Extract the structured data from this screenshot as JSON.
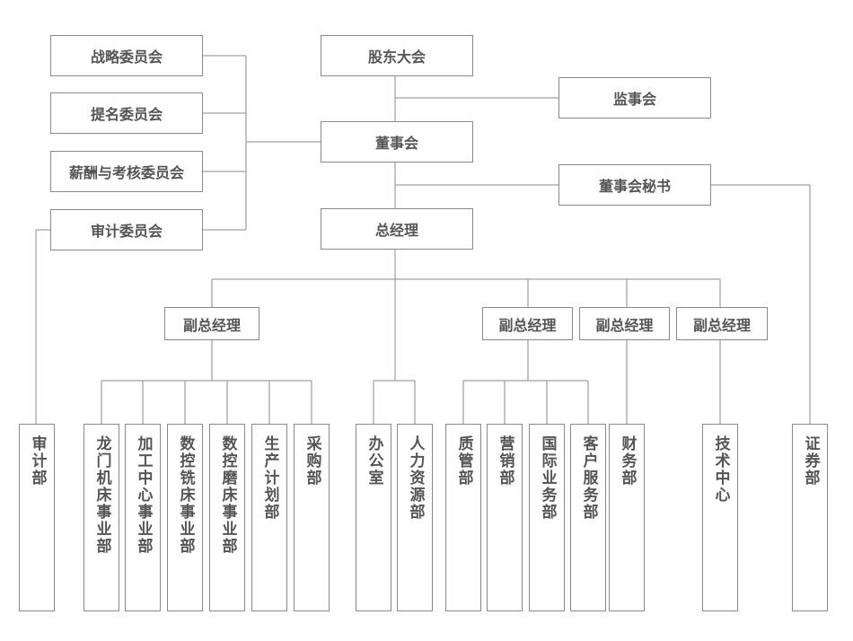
{
  "committees": {
    "strategy": "战略委员会",
    "nomination": "提名委员会",
    "compensation": "薪酬与考核委员会",
    "audit": "审计委员会"
  },
  "top": {
    "shareholders": "股东大会",
    "supervisory": "监事会",
    "board": "董事会",
    "secretary": "董事会秘书",
    "gm": "总经理"
  },
  "vice_gm": [
    "副总经理",
    "副总经理",
    "副总经理",
    "副总经理"
  ],
  "departments": [
    "审计部",
    "龙门机床事业部",
    "加工中心事业部",
    "数控铣床事业部",
    "数控磨床事业部",
    "生产计划部",
    "采购部",
    "办公室",
    "人力资源部",
    "质管部",
    "营销部",
    "国际业务部",
    "客户服务部",
    "财务部",
    "技术中心",
    "证券部"
  ],
  "colors": {
    "line": "#8a8a8a",
    "text": "#555555",
    "border": "#8a8a8a"
  }
}
